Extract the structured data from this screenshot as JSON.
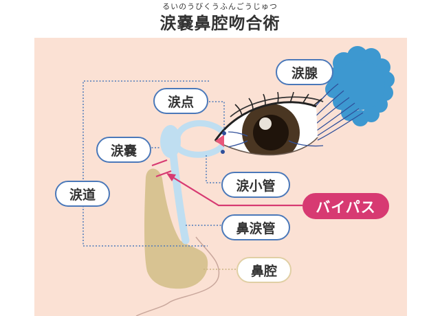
{
  "header": {
    "ruby": "るいのうびくうふんごうじゅつ",
    "title": "涙嚢鼻腔吻合術"
  },
  "labels": {
    "lacrimal_gland": "涙腺",
    "punctum": "涙点",
    "lacrimal_sac": "涙嚢",
    "lacrimal_duct": "涙道",
    "canaliculus": "涙小管",
    "bypass": "バイパス",
    "nasolacrimal_duct": "鼻涙管",
    "nasal_cavity": "鼻腔"
  },
  "colors": {
    "background": "#fbe1d4",
    "duct": "#bfdef1",
    "gland": "#3d98d0",
    "leader_blue": "#4a78b9",
    "bypass": "#d73a72",
    "nasal": "#d8c392",
    "label_tan_border": "#e0cfa4",
    "iris": "#4a3622"
  }
}
